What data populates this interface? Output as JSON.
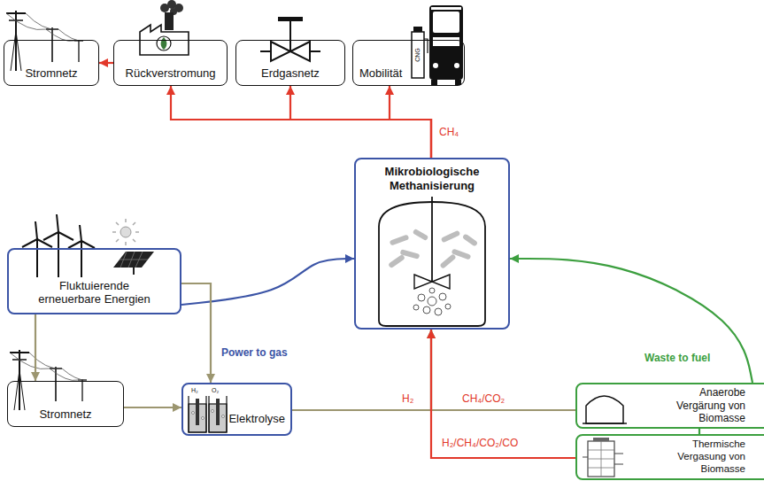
{
  "diagram": {
    "nodes": [
      {
        "text": [
          "Stromnetz"
        ]
      },
      {
        "text": [
          "Rückverstromung"
        ]
      },
      {
        "text": [
          "Erdgasnetz"
        ]
      },
      {
        "text": [
          "Mobilität"
        ]
      },
      {
        "text": [
          "Mikrobiologische Methanisierung"
        ]
      },
      {
        "text": [
          "Fluktuierende erneuerbare Energien"
        ]
      },
      {
        "text": [
          "Stromnetz"
        ]
      },
      {
        "text": [
          "Elektrolyse"
        ]
      },
      {
        "text": [
          "Anaerobe Vergärung von Biomasse"
        ]
      },
      {
        "text": [
          "Thermische Vergasung von Biomasse"
        ]
      }
    ],
    "edges": [
      {
        "from": 1,
        "to": 0,
        "arrow": "to"
      },
      {
        "from": 4,
        "to": 1,
        "arrow": "to"
      },
      {
        "from": 4,
        "to": 2,
        "label": "CH₄",
        "arrow": "to"
      },
      {
        "from": 4,
        "to": 3,
        "arrow": "to"
      },
      {
        "from": 5,
        "to": 4,
        "label": "Power to gas",
        "arrow": "to"
      },
      {
        "from": 5,
        "to": 6,
        "arrow": "to"
      },
      {
        "from": 5,
        "to": 7,
        "arrow": "to"
      },
      {
        "from": 6,
        "to": 7,
        "arrow": "to"
      },
      {
        "from": 7,
        "to": 4,
        "label": "H₂",
        "arrow": "to"
      },
      {
        "from": 8,
        "to": 4,
        "label": "CH₄/CO₂",
        "arrow": "to"
      },
      {
        "from": 9,
        "to": 4,
        "label": "H₂/CH₄/CO₂/CO",
        "arrow": "to"
      },
      {
        "from": 8,
        "to": 4,
        "label": "Waste to fuel",
        "arrow": "to"
      },
      {
        "from": 8,
        "to": 9,
        "arrow": "none"
      }
    ],
    "labels": [
      "CNG",
      "H₂",
      "O₂"
    ]
  }
}
